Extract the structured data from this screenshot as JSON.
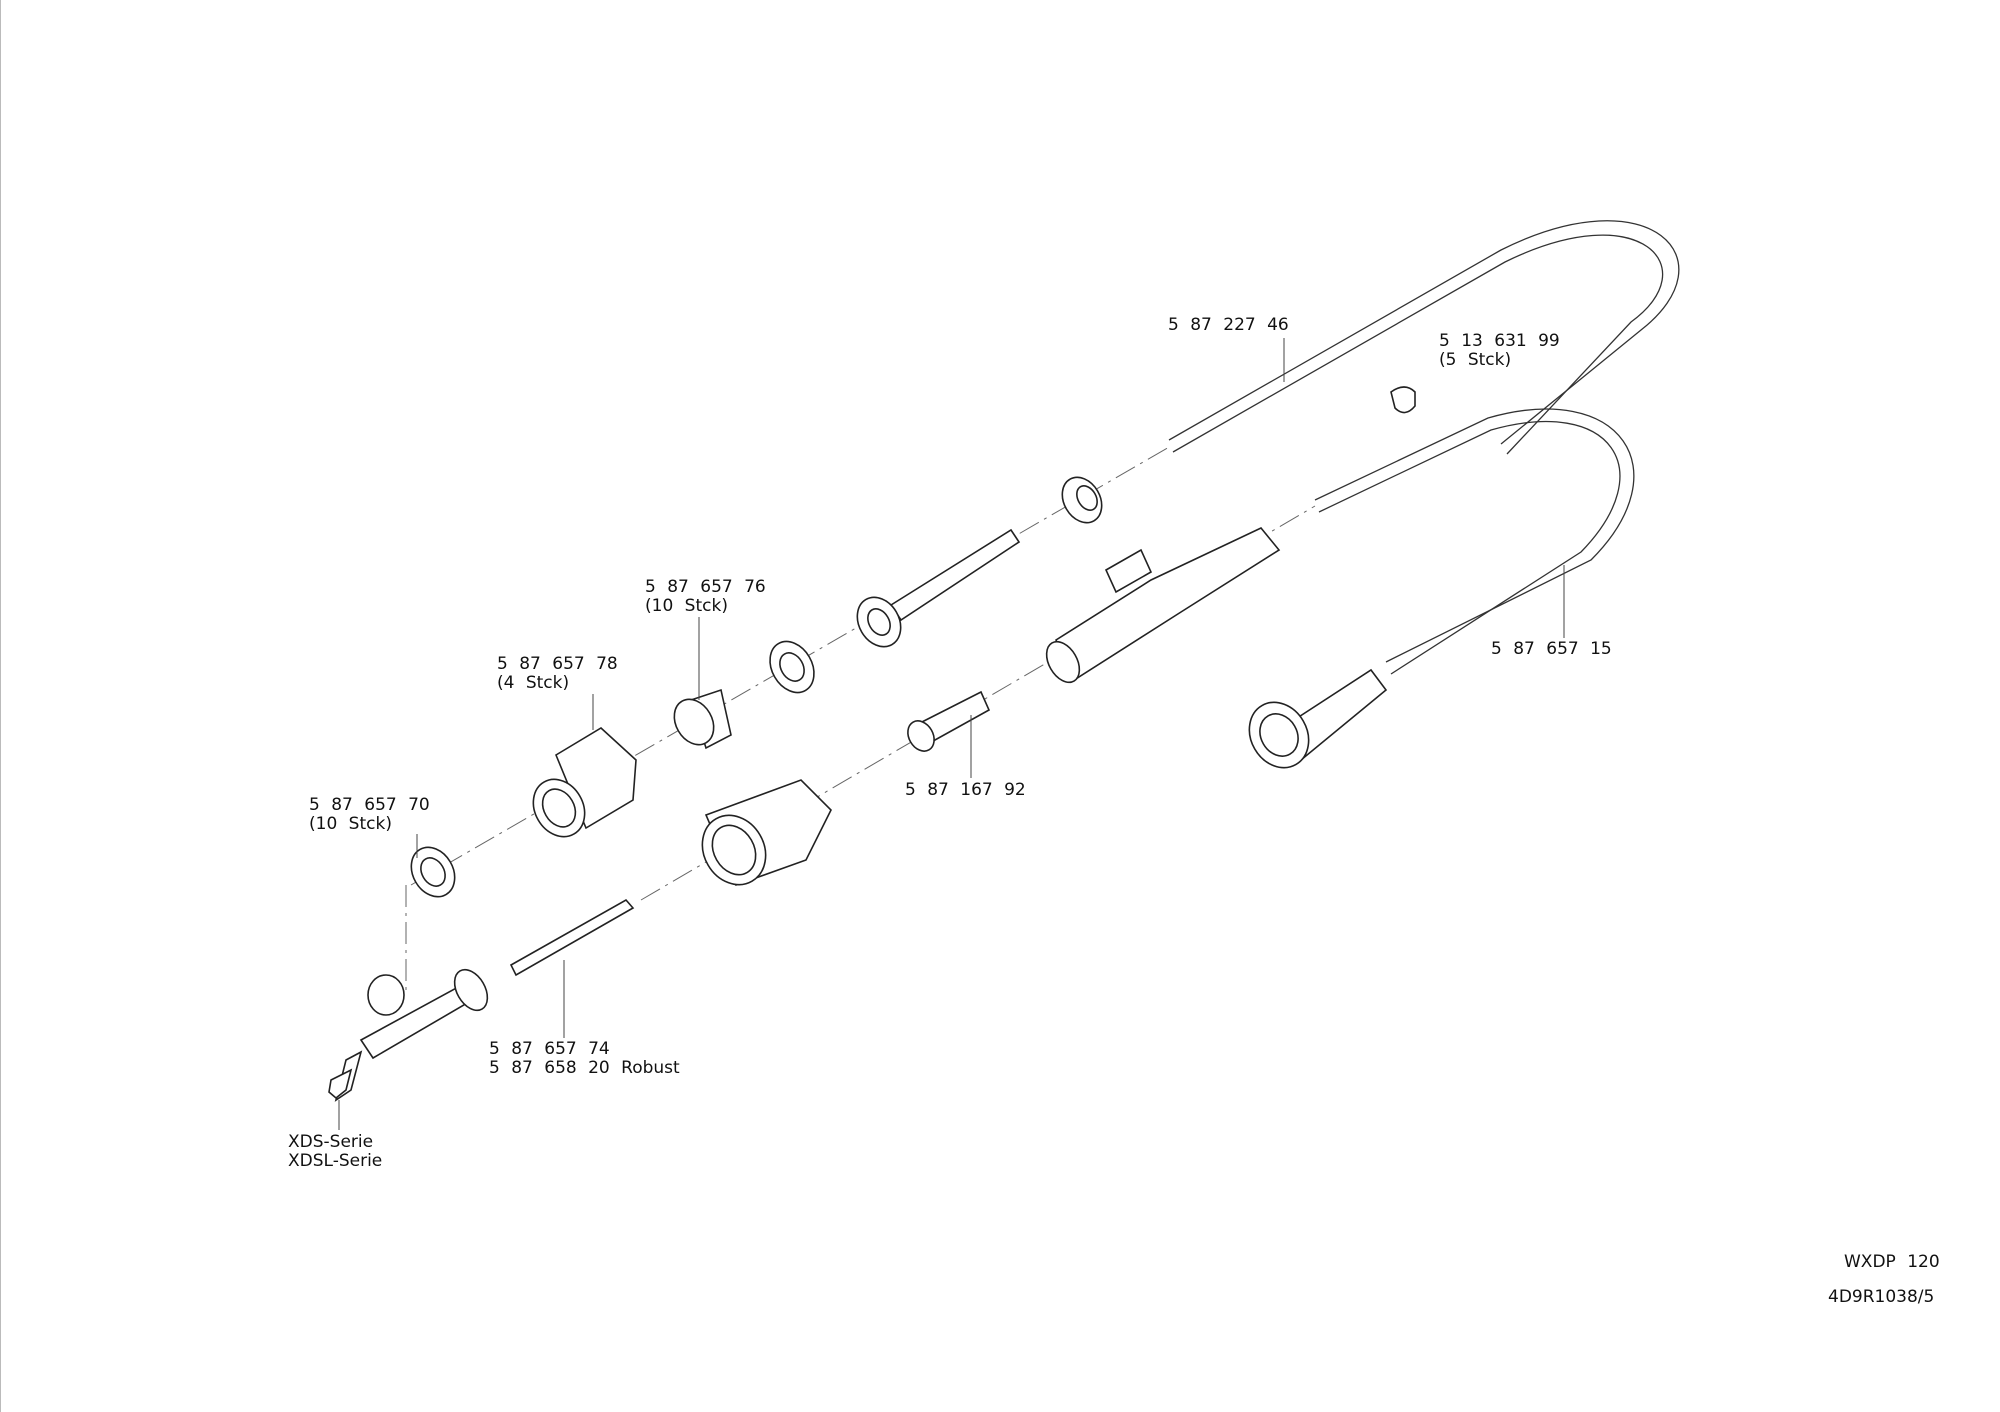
{
  "callouts": {
    "tube_upper": "5 87 227 46",
    "clip": "5 13 631 99",
    "clip_qty": "(5 Stck)",
    "insulator": "5 87 657 76",
    "insulator_qty": "(10 Stck)",
    "sleeve": "5 87 657 78",
    "sleeve_qty": "(4 Stck)",
    "ring": "5 87 657 70",
    "ring_qty": "(10 Stck)",
    "spacer": "5 87 167 92",
    "cable": "5 87 657 15",
    "heating_element": "5 87 657 74",
    "heating_element_robust": "5 87 658 20 Robust",
    "tip_series_1": "XDS-Serie",
    "tip_series_2": "XDSL-Serie"
  },
  "title_block": {
    "model": "WXDP 120",
    "drawing_number": "4D9R1038/5"
  }
}
